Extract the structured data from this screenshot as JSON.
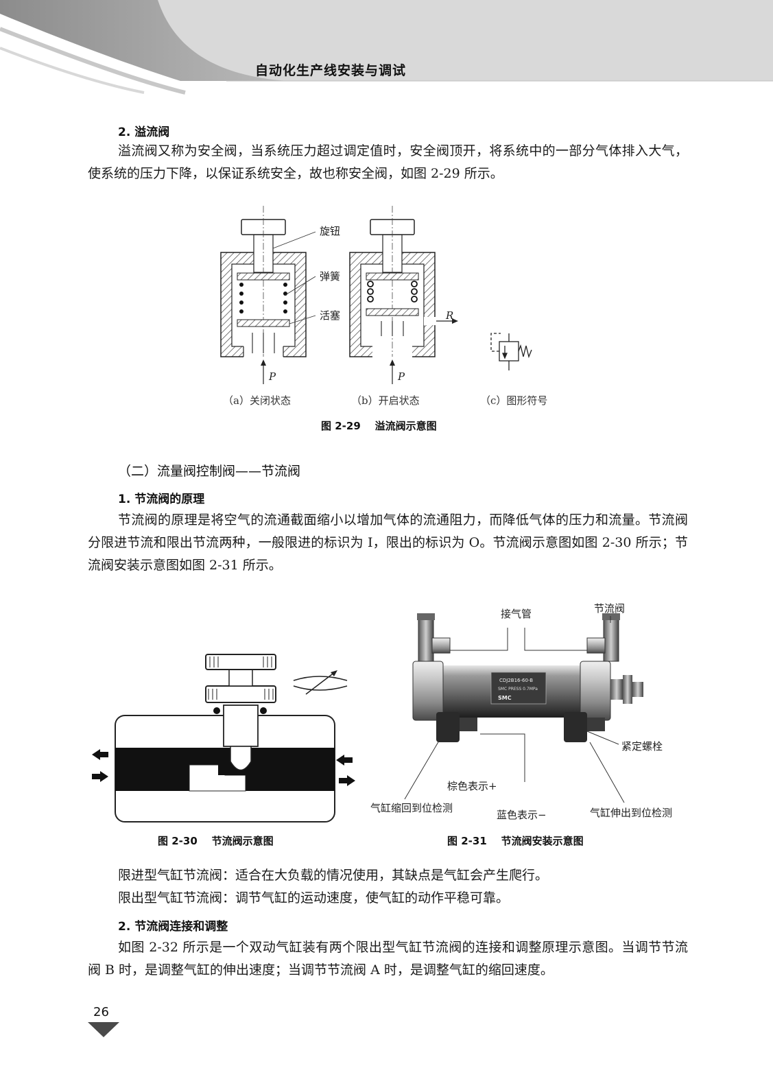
{
  "header": {
    "title": "自动化生产线安装与调试"
  },
  "sections": {
    "s1_heading": "2. 溢流阀",
    "s1_para": "溢流阀又称为安全阀，当系统压力超过调定值时，安全阀顶开，将系统中的一部分气体排入大气，使系统的压力下降，以保证系统安全，故也称安全阀，如图 2-29 所示。",
    "s2_heading": "（二）流量阀控制阀——节流阀",
    "s3_heading": "1. 节流阀的原理",
    "s3_para": "节流阀的原理是将空气的流通截面缩小以增加气体的流通阻力，而降低气体的压力和流量。节流阀分限进节流和限出节流两种，一般限进的标识为 I，限出的标识为 O。节流阀示意图如图 2-30 所示；节流阀安装示意图如图 2-31 所示。",
    "p_in": "限进型气缸节流阀：适合在大负载的情况使用，其缺点是气缸会产生爬行。",
    "p_out": "限出型气缸节流阀：调节气缸的运动速度，使气缸的动作平稳可靠。",
    "s4_heading": "2. 节流阀连接和调整",
    "s4_para": "如图 2-32 所示是一个双动气缸装有两个限出型气缸节流阀的连接和调整原理示意图。当调节节流阀 B 时，是调整气缸的伸出速度；当调节节流阀 A 时，是调整气缸的缩回速度。"
  },
  "fig29": {
    "labels": {
      "knob": "旋钮",
      "spring": "弹簧",
      "piston": "活塞",
      "r": "R",
      "p1": "P",
      "p2": "P"
    },
    "sub_a": "（a）关闭状态",
    "sub_b": "（b）开启状态",
    "sub_c": "（c）图形符号",
    "caption": "图 2-29    溢流阀示意图"
  },
  "fig30": {
    "caption": "图 2-30    节流阀示意图"
  },
  "fig31": {
    "labels": {
      "air_pipe": "接气管",
      "throttle": "节流阀",
      "lock_bolt": "紧定螺栓",
      "brown": "棕色表示+",
      "retract": "气缸缩回到位检测",
      "blue": "蓝色表示−",
      "extend": "气缸伸出到位检测",
      "plate1": "CDJ2B16-60-B",
      "plate2": "SMC  PRESS  0.7MPa",
      "plate3": "SMC"
    },
    "caption": "图 2-31    节流阀安装示意图"
  },
  "page_number": "26",
  "colors": {
    "header_gray": "#9a9a9a",
    "header_light": "#d6d6d6",
    "ink": "#1a1a1a"
  }
}
